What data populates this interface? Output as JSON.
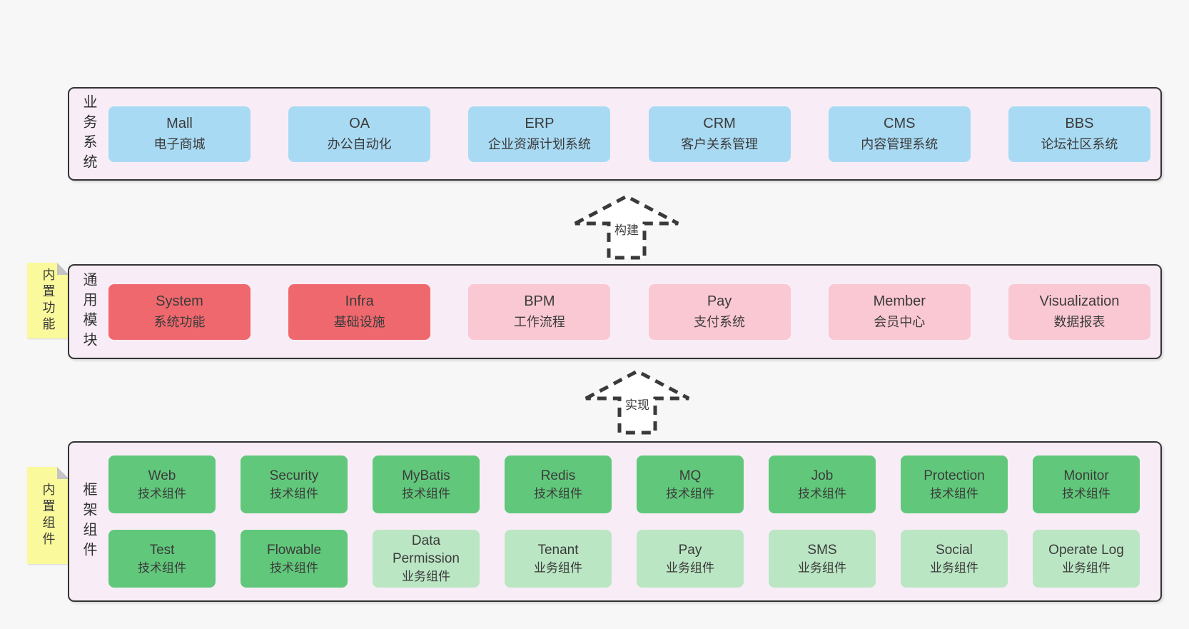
{
  "colors": {
    "page_background": "#f7f7f7",
    "container_background": "#f8edf6",
    "container_border": "#333333",
    "box_blue": "#a9daf3",
    "box_red": "#ef686d",
    "box_pink": "#fac8d3",
    "box_green": "#61c87b",
    "box_light_green": "#bbe6c4",
    "tab_yellow": "#fafa9c",
    "tab_fold_grey": "#c4c4c4",
    "text": "#3b3b3b",
    "arrow_dash": "#3a3a3a"
  },
  "arrows": [
    {
      "label": "构建"
    },
    {
      "label": "实现"
    }
  ],
  "sections": {
    "business": {
      "label": "业务系统",
      "boxes": [
        {
          "title": "Mall",
          "subtitle": "电子商城"
        },
        {
          "title": "OA",
          "subtitle": "办公自动化"
        },
        {
          "title": "ERP",
          "subtitle": "企业资源计划系统"
        },
        {
          "title": "CRM",
          "subtitle": "客户关系管理"
        },
        {
          "title": "CMS",
          "subtitle": "内容管理系统"
        },
        {
          "title": "BBS",
          "subtitle": "论坛社区系统"
        }
      ]
    },
    "modules": {
      "label": "通用模块",
      "tab": "内置功能",
      "boxes": [
        {
          "title": "System",
          "subtitle": "系统功能"
        },
        {
          "title": "Infra",
          "subtitle": "基础设施"
        },
        {
          "title": "BPM",
          "subtitle": "工作流程"
        },
        {
          "title": "Pay",
          "subtitle": "支付系统"
        },
        {
          "title": "Member",
          "subtitle": "会员中心"
        },
        {
          "title": "Visualization",
          "subtitle": "数据报表"
        }
      ]
    },
    "components": {
      "label": "框架组件",
      "tab": "内置组件",
      "row1": [
        {
          "title": "Web",
          "subtitle": "技术组件"
        },
        {
          "title": "Security",
          "subtitle": "技术组件"
        },
        {
          "title": "MyBatis",
          "subtitle": "技术组件"
        },
        {
          "title": "Redis",
          "subtitle": "技术组件"
        },
        {
          "title": "MQ",
          "subtitle": "技术组件"
        },
        {
          "title": "Job",
          "subtitle": "技术组件"
        },
        {
          "title": "Protection",
          "subtitle": "技术组件"
        },
        {
          "title": "Monitor",
          "subtitle": "技术组件"
        }
      ],
      "row2": [
        {
          "title": "Test",
          "subtitle": "技术组件"
        },
        {
          "title": "Flowable",
          "subtitle": "技术组件"
        },
        {
          "title": "Data Permission",
          "subtitle": "业务组件"
        },
        {
          "title": "Tenant",
          "subtitle": "业务组件"
        },
        {
          "title": "Pay",
          "subtitle": "业务组件"
        },
        {
          "title": "SMS",
          "subtitle": "业务组件"
        },
        {
          "title": "Social",
          "subtitle": "业务组件"
        },
        {
          "title": "Operate Log",
          "subtitle": "业务组件"
        }
      ]
    }
  }
}
